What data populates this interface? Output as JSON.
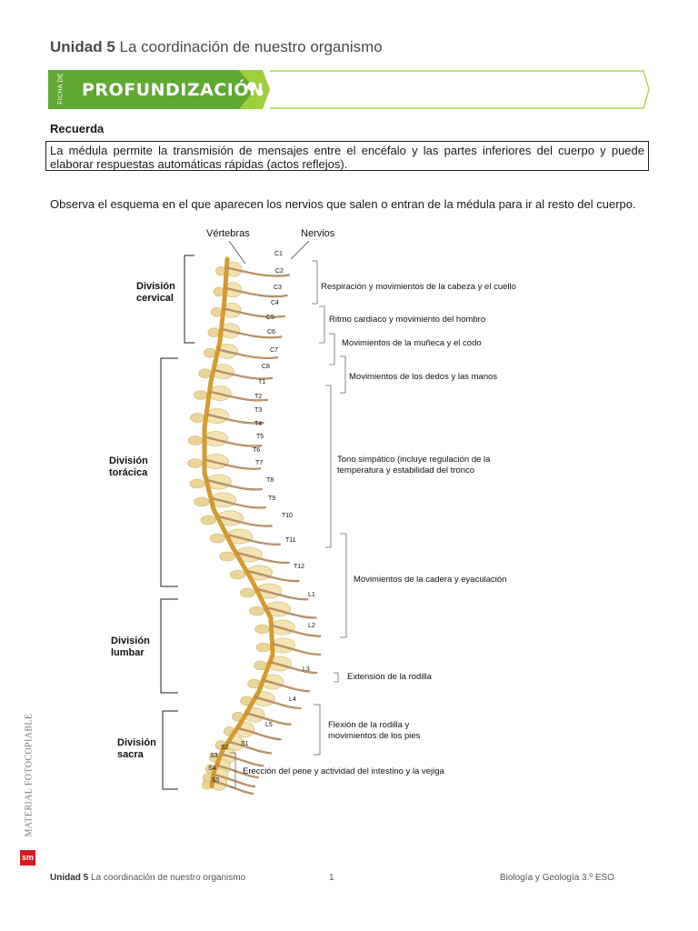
{
  "header": {
    "unit_bold": "Unidad 5",
    "unit_title": "La coordinación de nuestro organismo"
  },
  "banner": {
    "tab_text": "FICHA DE",
    "title": "PROFUNDIZACIÓN",
    "accent": "#8cc63f",
    "dark_accent": "#5fa832"
  },
  "recuerda": {
    "heading": "Recuerda",
    "text": "La médula permite la transmisión de mensajes entre el encéfalo y las partes inferiores del cuerpo y puede elaborar respuestas automáticas rápidas (actos reflejos)."
  },
  "intro": "Observa el esquema en el que aparecen los nervios que salen o entran de la médula para ir al resto del cuerpo.",
  "diagram": {
    "label_vertebras": "Vértebras",
    "label_nervios": "Nervios",
    "divisions": {
      "cervical": {
        "line1": "División",
        "line2": "cervical"
      },
      "toracica": {
        "line1": "División",
        "line2": "torácica"
      },
      "lumbar": {
        "line1": "División",
        "line2": "lumbar"
      },
      "sacra": {
        "line1": "División",
        "line2": "sacra"
      }
    },
    "nerves": [
      "C1",
      "C2",
      "C3",
      "C4",
      "C5",
      "C6",
      "C7",
      "C8",
      "T1",
      "T2",
      "T3",
      "T4",
      "T5",
      "T6",
      "T7",
      "T8",
      "T9",
      "T10",
      "T11",
      "T12",
      "L1",
      "L2",
      "L3",
      "L4",
      "L5",
      "S1",
      "S2",
      "S3",
      "S4",
      "S5"
    ],
    "functions": [
      "Respiración y movimientos de la cabeza y el cuello",
      "Ritmo cardiaco y movimiento del hombro",
      "Movimientos de la muñeca y el codo",
      "Movimientos de los dedos y las manos",
      "Tono simpático (incluye regulación de la",
      "temperatura y estabilidad del tronco",
      "Movimientos de la cadera y eyaculación",
      "Extensión de la rodilla",
      "Flexión de la rodilla y",
      "movimientos de los pies",
      "Erección del pene y actividad del intestino y la vejiga"
    ]
  },
  "side_text": "MATERIAL FOTOCOPIABLE",
  "logo": "sm",
  "footer": {
    "unit_bold": "Unidad 5",
    "unit_title": "La coordinación de nuestro organismo",
    "page": "1",
    "subject": "Biología y Geología 3.º ESO"
  }
}
